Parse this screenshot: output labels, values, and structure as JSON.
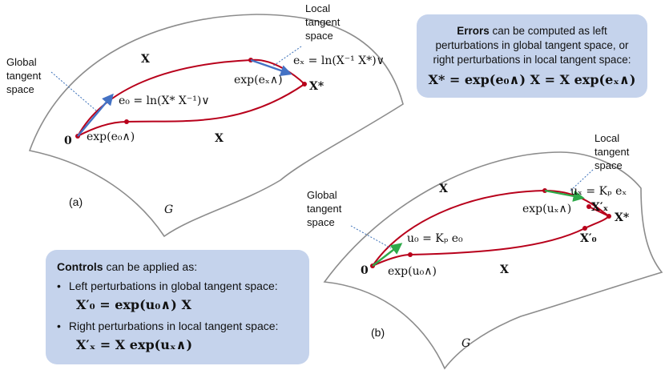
{
  "panel_a": {
    "tag": "(a)",
    "group": "G",
    "origin": "0",
    "global_label": [
      "Global",
      "tangent",
      "space"
    ],
    "local_label": [
      "Local",
      "tangent",
      "space"
    ],
    "X_top": "X",
    "X_bottom": "X",
    "X_star": "X*",
    "e0": "e₀ = ln(X* X⁻¹)∨",
    "eX": "eₓ = ln(X⁻¹ X*)∨",
    "exp_e0": "exp(e₀∧)",
    "exp_eX": "exp(eₓ∧)"
  },
  "panel_b": {
    "tag": "(b)",
    "group": "G",
    "origin": "0",
    "global_label": [
      "Global",
      "tangent",
      "space"
    ],
    "local_label": [
      "Local",
      "tangent",
      "space"
    ],
    "X_top": "X",
    "X_bottom": "X",
    "X_star": "X*",
    "X0p": "X′₀",
    "XXp": "X′ₓ",
    "u0": "u₀ = Kₚ e₀",
    "uX": "uₓ = Kₚ eₓ",
    "exp_u0": "exp(u₀∧)",
    "exp_uX": "exp(uₓ∧)"
  },
  "errors_box": {
    "title": "Errors",
    "text1": " can be computed as left",
    "text2": "perturbations in global tangent space, or",
    "text3": "right perturbations in local tangent space:",
    "eq": "X* = exp(e₀∧) X = X exp(eₓ∧)"
  },
  "controls_box": {
    "title": "Controls",
    "text1": " can be applied as:",
    "bullet1": "Left perturbations in global tangent space:",
    "eq1": "X′₀ = exp(u₀∧) X",
    "bullet2": "Right perturbations in local tangent space:",
    "eq2": "X′ₓ = X exp(uₓ∧)"
  },
  "colors": {
    "curve": "#b8001b",
    "arrow_blue": "#4472c4",
    "arrow_green": "#2eaa4a",
    "box": "#c5d3ec",
    "border": "#8c8c8c"
  }
}
